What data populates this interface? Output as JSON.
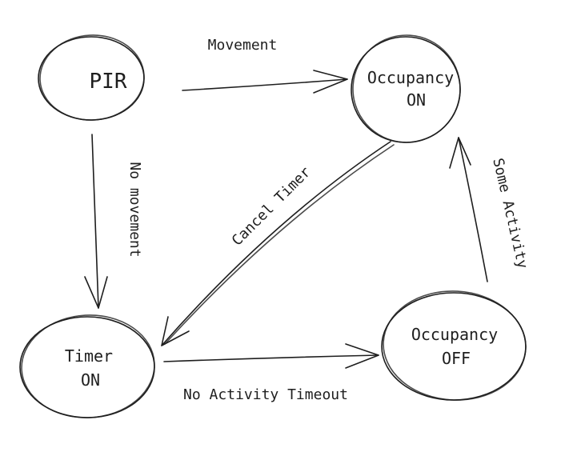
{
  "nodes": {
    "pir": {
      "label": "PIR"
    },
    "occupancy_on": {
      "line1": "Occupancy",
      "line2": "ON"
    },
    "timer_on": {
      "line1": "Timer",
      "line2": "ON"
    },
    "occupancy_off": {
      "line1": "Occupancy",
      "line2": "OFF"
    }
  },
  "edges": {
    "movement": "Movement",
    "no_movement": "No movement",
    "cancel_timer": "Cancel Timer",
    "some_activity": "Some Activity",
    "no_activity_timeout": "No Activity Timeout"
  }
}
